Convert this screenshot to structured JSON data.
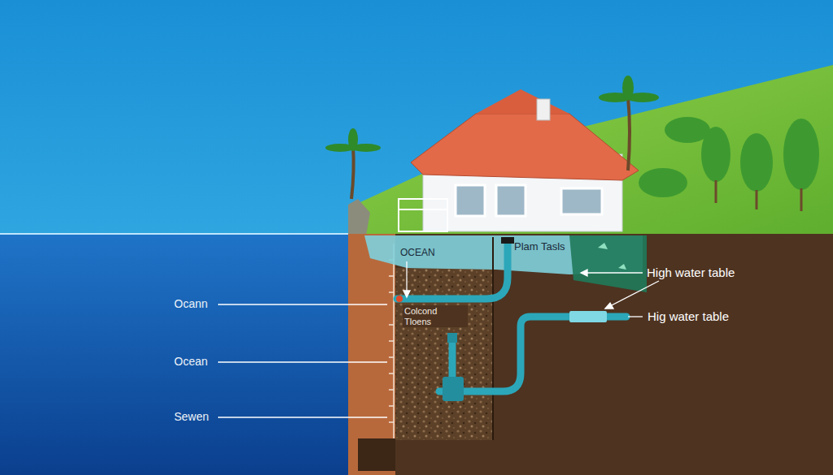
{
  "diagram": {
    "labels": [
      "OCEAN",
      "Plam Tasls",
      "High water table",
      "Ocann",
      "Colcond Tloens",
      "Hig water table",
      "Ocean",
      "Sewen"
    ]
  }
}
